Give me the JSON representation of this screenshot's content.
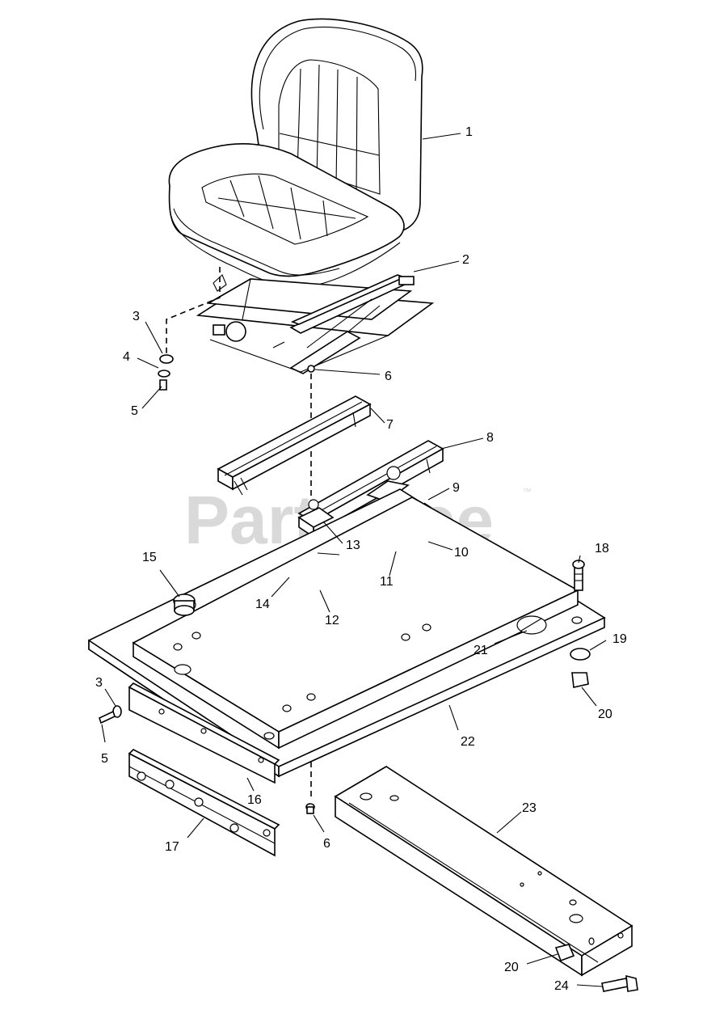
{
  "watermark": {
    "text": "PartsTree",
    "trademark": "™"
  },
  "callouts": [
    {
      "id": "c1",
      "label": "1"
    },
    {
      "id": "c2",
      "label": "2"
    },
    {
      "id": "c3a",
      "label": "3"
    },
    {
      "id": "c4",
      "label": "4"
    },
    {
      "id": "c5a",
      "label": "5"
    },
    {
      "id": "c6a",
      "label": "6"
    },
    {
      "id": "c7",
      "label": "7"
    },
    {
      "id": "c8",
      "label": "8"
    },
    {
      "id": "c9",
      "label": "9"
    },
    {
      "id": "c13",
      "label": "13"
    },
    {
      "id": "c10",
      "label": "10"
    },
    {
      "id": "c11",
      "label": "11"
    },
    {
      "id": "c12",
      "label": "12"
    },
    {
      "id": "c14",
      "label": "14"
    },
    {
      "id": "c15",
      "label": "15"
    },
    {
      "id": "c18",
      "label": "18"
    },
    {
      "id": "c19",
      "label": "19"
    },
    {
      "id": "c21",
      "label": "21"
    },
    {
      "id": "c20a",
      "label": "20"
    },
    {
      "id": "c22",
      "label": "22"
    },
    {
      "id": "c3b",
      "label": "3"
    },
    {
      "id": "c5b",
      "label": "5"
    },
    {
      "id": "c16",
      "label": "16"
    },
    {
      "id": "c17",
      "label": "17"
    },
    {
      "id": "c6b",
      "label": "6"
    },
    {
      "id": "c23",
      "label": "23"
    },
    {
      "id": "c20b",
      "label": "20"
    },
    {
      "id": "c24",
      "label": "24"
    }
  ]
}
